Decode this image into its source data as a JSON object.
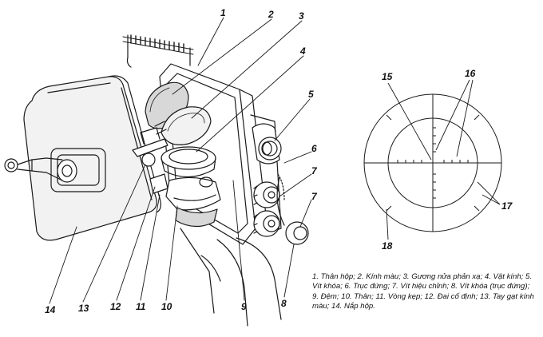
{
  "callouts": {
    "c1": "1",
    "c2": "2",
    "c3": "3",
    "c4": "4",
    "c5": "5",
    "c6": "6",
    "c7a": "7",
    "c7b": "7",
    "c8": "8",
    "c9": "9",
    "c10": "10",
    "c11": "11",
    "c12": "12",
    "c13": "13",
    "c14": "14",
    "c15": "15",
    "c16": "16",
    "c17": "17",
    "c18": "18"
  },
  "caption": {
    "text": "1. Thân hộp; 2. Kính màu; 3. Gương nửa phản xạ; 4. Vật kính; 5. Vít khóa; 6. Trục đứng; 7. Vít hiệu chỉnh; 8. Vít khóa (trục đứng); 9. Đệm; 10. Thân; 11. Vòng kẹp; 12. Đai cố định; 13. Tay gạt kính màu; 14. Nắp hộp."
  },
  "colors": {
    "ink": "#1a1a1a",
    "fill_light": "#f2f2f2",
    "fill_mid": "#d8d8d8",
    "background": "#ffffff"
  }
}
